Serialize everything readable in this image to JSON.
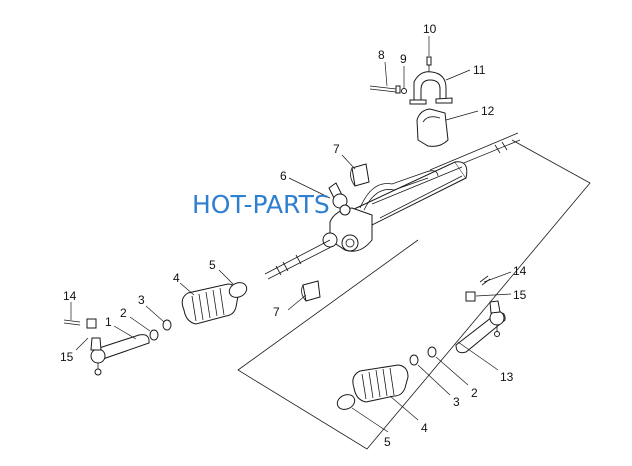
{
  "watermark": "HOT-PARTS",
  "callouts": {
    "c1a": "1",
    "c2a": "2",
    "c3a": "3",
    "c4a": "4",
    "c5a": "5",
    "c6": "6",
    "c7a": "7",
    "c7b": "7",
    "c8": "8",
    "c9": "9",
    "c10": "10",
    "c11": "11",
    "c12": "12",
    "c13": "13",
    "c14a": "14",
    "c15a": "15",
    "c14b": "14",
    "c15b": "15",
    "c2b": "2",
    "c3b": "3",
    "c4b": "4",
    "c5b": "5"
  },
  "colors": {
    "watermark": "#2f7fd0",
    "ink": "#1a1a1a"
  }
}
